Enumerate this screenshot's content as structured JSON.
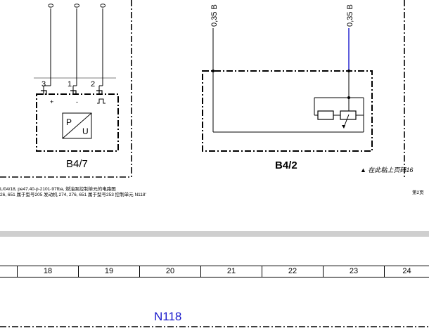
{
  "left_component": {
    "pins": [
      "3",
      "1",
      "2"
    ],
    "pin_marks": [
      "+",
      "-"
    ],
    "wire_labels": [
      "0",
      "0",
      "0"
    ],
    "sensor_p": "P",
    "sensor_u": "U",
    "label": "B4/7"
  },
  "right_component": {
    "wire_labels": [
      "0,35 B",
      "0,35 B"
    ],
    "label": "B4/2"
  },
  "note": "▲ 在此粘上页码16",
  "footer": {
    "line1": "L/04/18, pe47.40-p-2101-97fba, 燃油泵控制单元的电路图",
    "line2": "26, 651 属于型号205 发动机 274, 276, 651 属于型号253 控制单元 N118'",
    "page": "第2页"
  },
  "columns": [
    "18",
    "19",
    "20",
    "21",
    "22",
    "23",
    "24"
  ],
  "module_label": "N118",
  "colors": {
    "wire_blue": "#1a1acc",
    "line": "#000000",
    "band": "#cfcfcf"
  }
}
